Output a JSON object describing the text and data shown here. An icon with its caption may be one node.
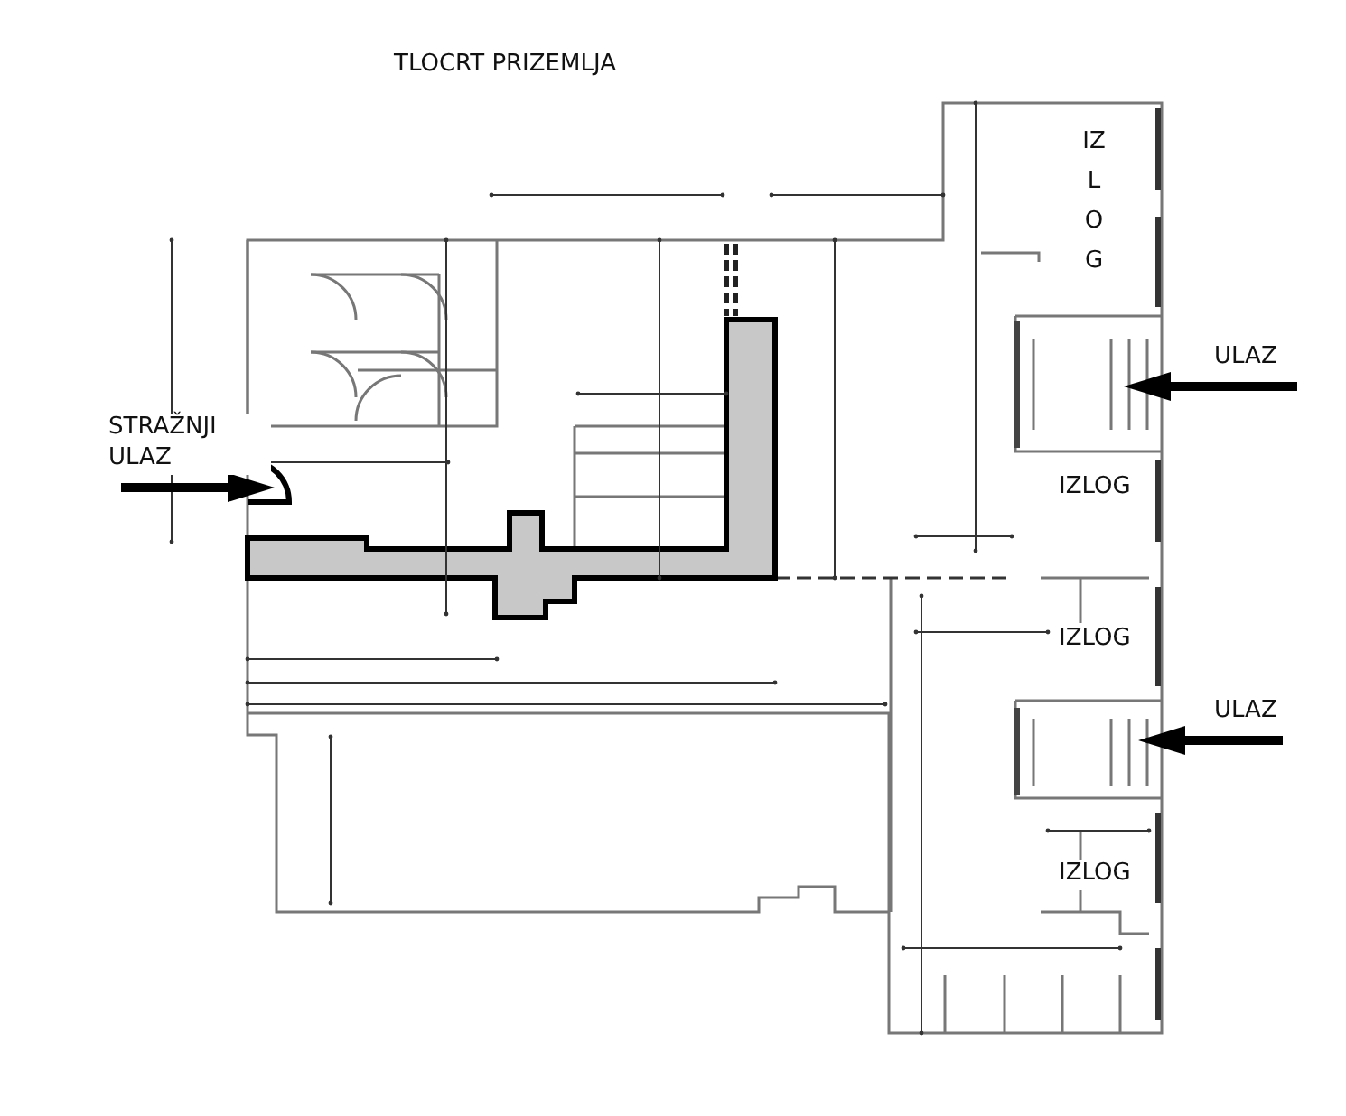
{
  "diagram": {
    "title": "TLOCRT PRIZEMLJA",
    "labels": [
      "STRAŽNJI ULAZ",
      "IZLOG",
      "ULAZ",
      "IZLOG",
      "IZLOG",
      "ULAZ",
      "IZLOG"
    ]
  }
}
